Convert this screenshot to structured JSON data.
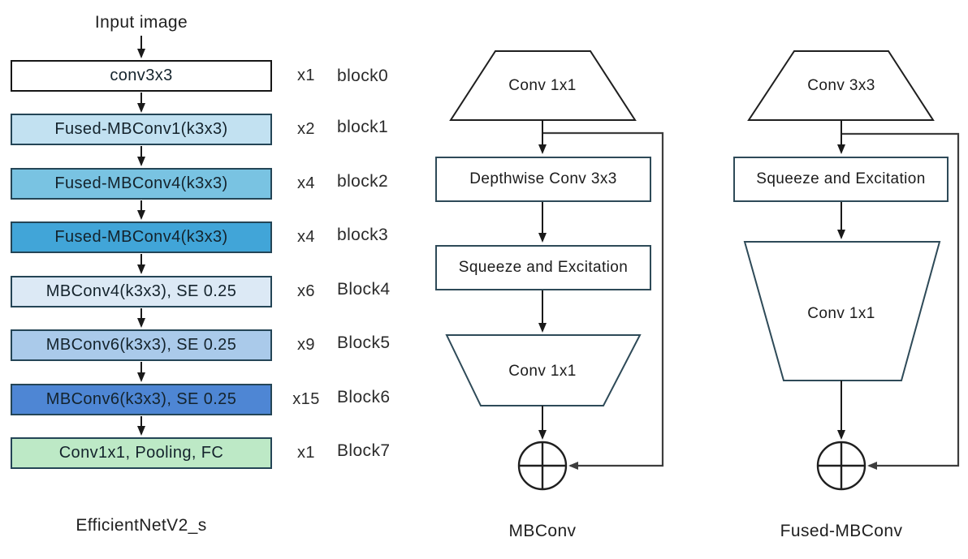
{
  "diagram": {
    "title_note": "EfficientNetV2 architecture diagram",
    "left": {
      "input_label": "Input image",
      "caption": "EfficientNetV2_s",
      "rows": [
        {
          "label": "conv3x3",
          "mult": "x1",
          "block": "block0",
          "fill": "#ffffff"
        },
        {
          "label": "Fused-MBConv1(k3x3)",
          "mult": "x2",
          "block": "block1",
          "fill": "#c2e1f1"
        },
        {
          "label": "Fused-MBConv4(k3x3)",
          "mult": "x4",
          "block": "block2",
          "fill": "#79c3e2"
        },
        {
          "label": "Fused-MBConv4(k3x3)",
          "mult": "x4",
          "block": "block3",
          "fill": "#41a5d8"
        },
        {
          "label": "MBConv4(k3x3), SE 0.25",
          "mult": "x6",
          "block": "Block4",
          "fill": "#dce9f5"
        },
        {
          "label": "MBConv6(k3x3), SE 0.25",
          "mult": "x9",
          "block": "Block5",
          "fill": "#aacaea"
        },
        {
          "label": "MBConv6(k3x3), SE 0.25",
          "mult": "x15",
          "block": "Block6",
          "fill": "#4e86d4"
        },
        {
          "label": "Conv1x1, Pooling, FC",
          "mult": "x1",
          "block": "Block7",
          "fill": "#bde9c6"
        }
      ]
    },
    "middle": {
      "caption": "MBConv",
      "expand_label": "Conv 1x1",
      "depthwise_label": "Depthwise Conv 3x3",
      "se_label": "Squeeze and Excitation",
      "project_label": "Conv 1x1"
    },
    "right": {
      "caption": "Fused-MBConv",
      "expand_label": "Conv 3x3",
      "se_label": "Squeeze and Excitation",
      "project_label": "Conv 1x1"
    },
    "colors": {
      "arrow": "#1a1a1a",
      "skip_line": "#3d3d3d",
      "box_border": "#2e4a58",
      "block7_green": "#bde9c6"
    }
  }
}
